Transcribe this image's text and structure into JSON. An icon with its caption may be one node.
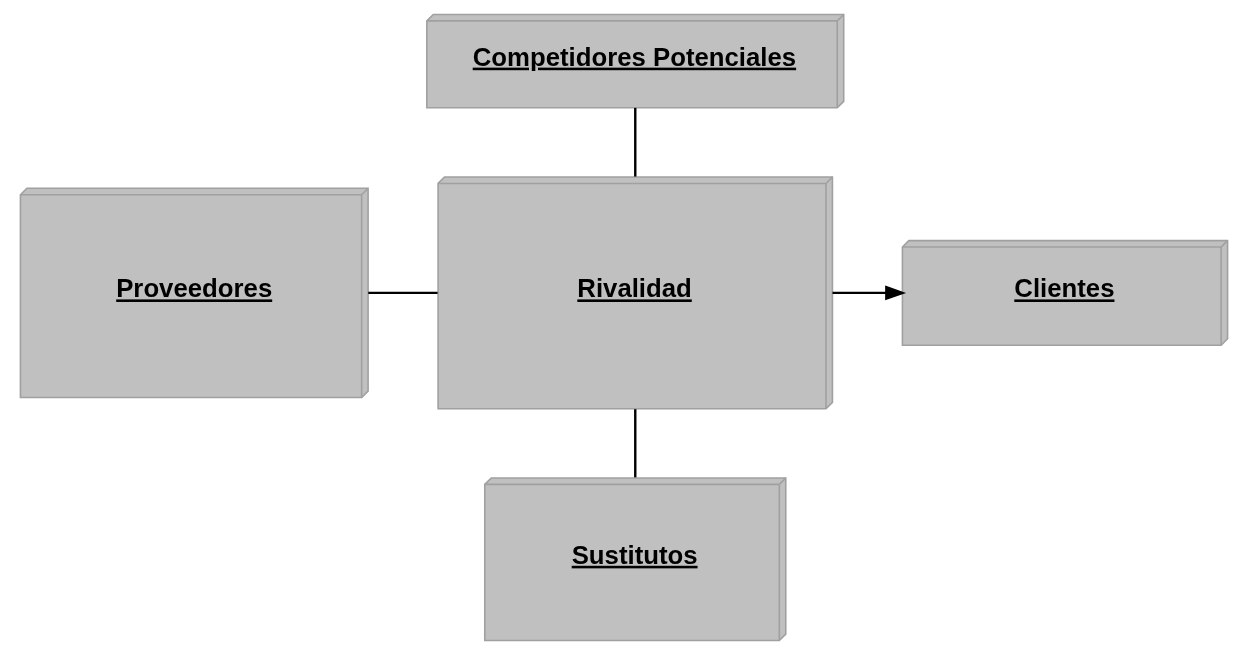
{
  "diagram": {
    "nodes": [
      {
        "text": [
          "Competidores Potenciales"
        ]
      },
      {
        "text": [
          "Proveedores"
        ]
      },
      {
        "text": [
          "Rivalidad"
        ]
      },
      {
        "text": [
          "Clientes"
        ]
      },
      {
        "text": [
          "Sustitutos"
        ]
      }
    ],
    "edges": [
      {
        "from": 0,
        "to": 2,
        "arrow": "none"
      },
      {
        "from": 1,
        "to": 2,
        "arrow": "none"
      },
      {
        "from": 2,
        "to": 3,
        "arrow": "to"
      },
      {
        "from": 2,
        "to": 4,
        "arrow": "none"
      }
    ]
  }
}
